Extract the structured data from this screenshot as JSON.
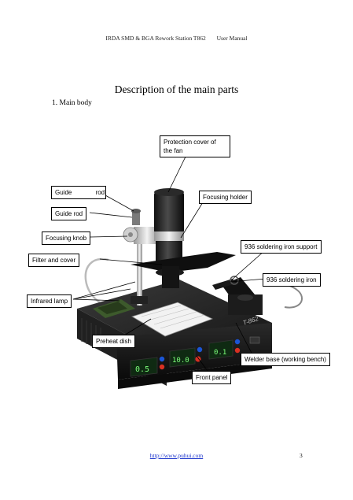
{
  "header": {
    "title": "IRDA SMD & BGA Rework Station T862",
    "manual": "User Manual"
  },
  "document": {
    "title": "Description of the main parts",
    "section": "1. Main body"
  },
  "callouts": {
    "protection_cover": "Protection cover of the fan",
    "guide_rod_1": "Guide rod",
    "focusing_holder": "Focusing holder",
    "guide_rod_2": "Guide rod",
    "focusing_knob": "Focusing knob",
    "iron_support": "936 soldering iron support",
    "filter_cover": "Filter and cover",
    "soldering_iron": "936 soldering iron",
    "infrared_lamp": "Infrared lamp",
    "preheat_dish": "Preheat dish",
    "welder_base": "Welder base (working bench)",
    "front_panel": "Front panel"
  },
  "device": {
    "brand_label": "T-862",
    "display_1": "0.5",
    "display_2": "10.0",
    "display_3": "0.1"
  },
  "footer": {
    "link": "http://www.puhui.com",
    "page_number": "3"
  }
}
